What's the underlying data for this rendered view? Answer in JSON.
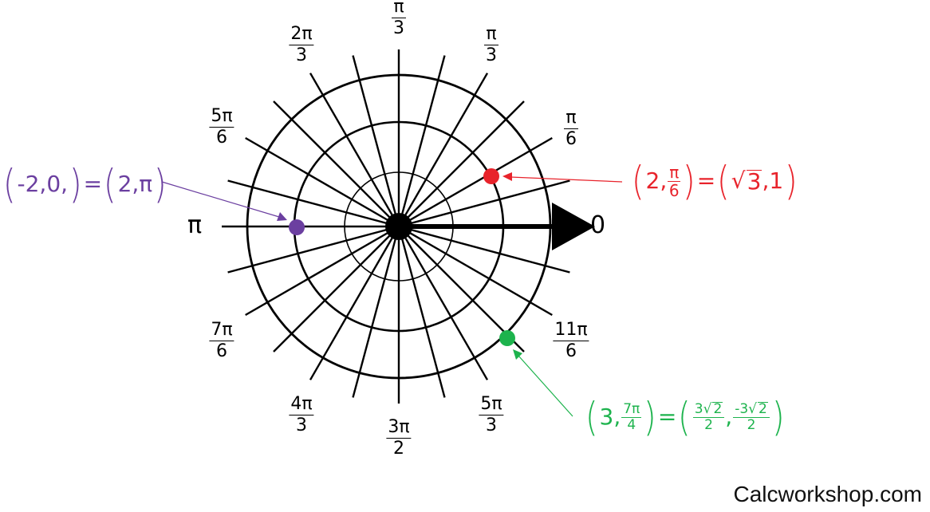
{
  "colors": {
    "red": "#e8232b",
    "purple": "#6b3fa0",
    "green": "#1db34d",
    "black": "#000000"
  },
  "angle_labels": {
    "zero": "0",
    "pi": "π",
    "pi_over_3_top": {
      "num": "π",
      "den": "3"
    },
    "two_pi_over_3": {
      "num": "2π",
      "den": "3"
    },
    "pi_over_3": {
      "num": "π",
      "den": "3"
    },
    "five_pi_over_6": {
      "num": "5π",
      "den": "6"
    },
    "pi_over_6": {
      "num": "π",
      "den": "6"
    },
    "seven_pi_over_6": {
      "num": "7π",
      "den": "6"
    },
    "eleven_pi_over_6": {
      "num": "11π",
      "den": "6"
    },
    "four_pi_over_3": {
      "num": "4π",
      "den": "3"
    },
    "three_pi_over_2": {
      "num": "3π",
      "den": "2"
    },
    "five_pi_over_3": {
      "num": "5π",
      "den": "3"
    }
  },
  "points": {
    "red": {
      "open": "(",
      "close": ")",
      "prefix": "2,",
      "frac_num": "π",
      "frac_den": "6",
      "equals": "=",
      "open2": "(",
      "sqrt_prefix": "√",
      "sqrt_val": "3",
      "suffix": ",1",
      "close2": ")"
    },
    "purple": {
      "open": "(",
      "left": "-2,0,",
      "close": ")",
      "equals": "=",
      "open2": "(",
      "right": " 2,π",
      "close2": ")"
    },
    "green": {
      "open": "(",
      "prefix": "3,",
      "frac_num": "7π",
      "frac_den": "4",
      "close": ")",
      "equals": "=",
      "open2": "(",
      "a_num_coef": "3",
      "a_num_root": "2",
      "a_den": "2",
      "sep": ",",
      "b_num_coef": "-3",
      "b_num_root": "2",
      "b_den": "2",
      "close2": ")"
    }
  },
  "footer": "Calcworkshop.com"
}
